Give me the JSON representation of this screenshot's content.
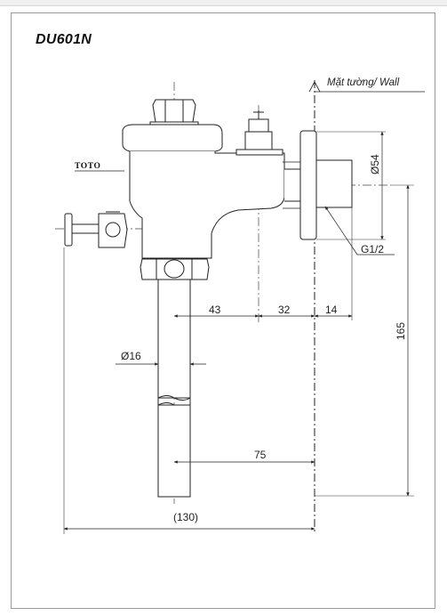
{
  "model": "DU601N",
  "wall_label": "Mặt tường/ Wall",
  "brand": "TOTO",
  "thread_label": "G1/2",
  "dims": {
    "d43": "43",
    "d32": "32",
    "d14": "14",
    "d165": "165",
    "d54": "Ø54",
    "d16": "Ø16",
    "d75": "75",
    "d130": "(130)"
  }
}
